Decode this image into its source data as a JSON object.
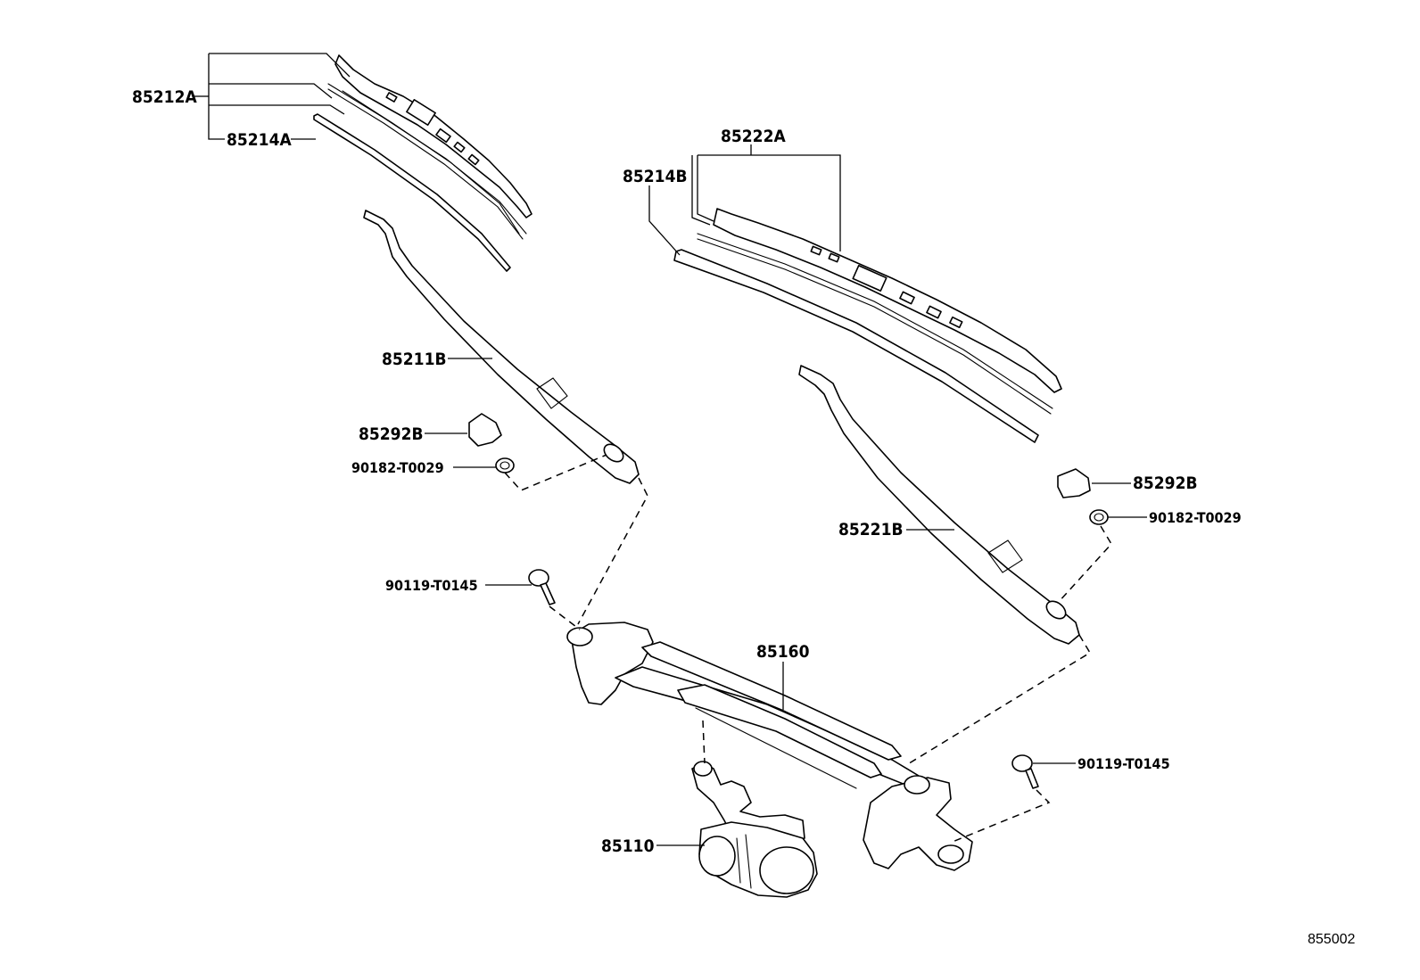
{
  "labels": {
    "blade_left": "85212A",
    "rubber_left": "85214A",
    "blade_right": "85222A",
    "rubber_right": "85214B",
    "arm_left": "85211B",
    "arm_right": "85221B",
    "cap_left": "85292B",
    "cap_right": "85292B",
    "nut_left": "90182-T0029",
    "nut_right": "90182-T0029",
    "bolt_left": "90119-T0145",
    "bolt_right": "90119-T0145",
    "linkage": "85160",
    "motor": "85110"
  },
  "diagram_ref": "855002"
}
